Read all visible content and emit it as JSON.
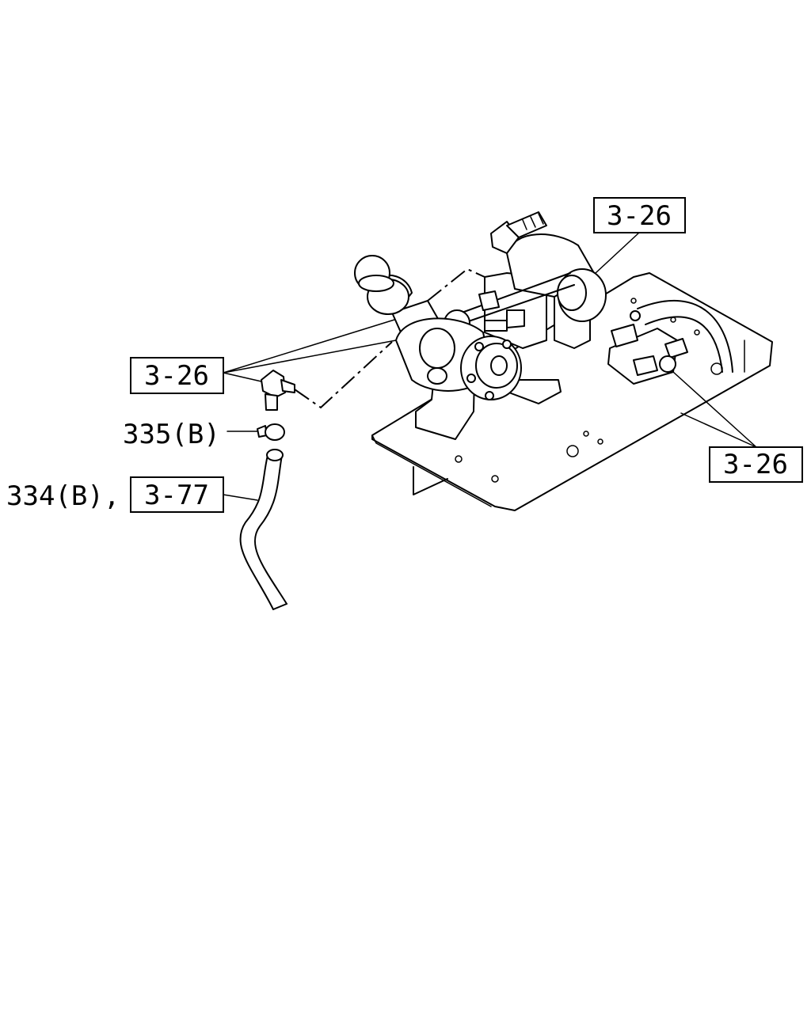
{
  "callouts": {
    "ref_top": "3-26",
    "ref_left": "3-26",
    "ref_right": "3-26",
    "ref_hose": "3-77",
    "part_clip": "335(B)",
    "part_hose": "334(B),"
  }
}
